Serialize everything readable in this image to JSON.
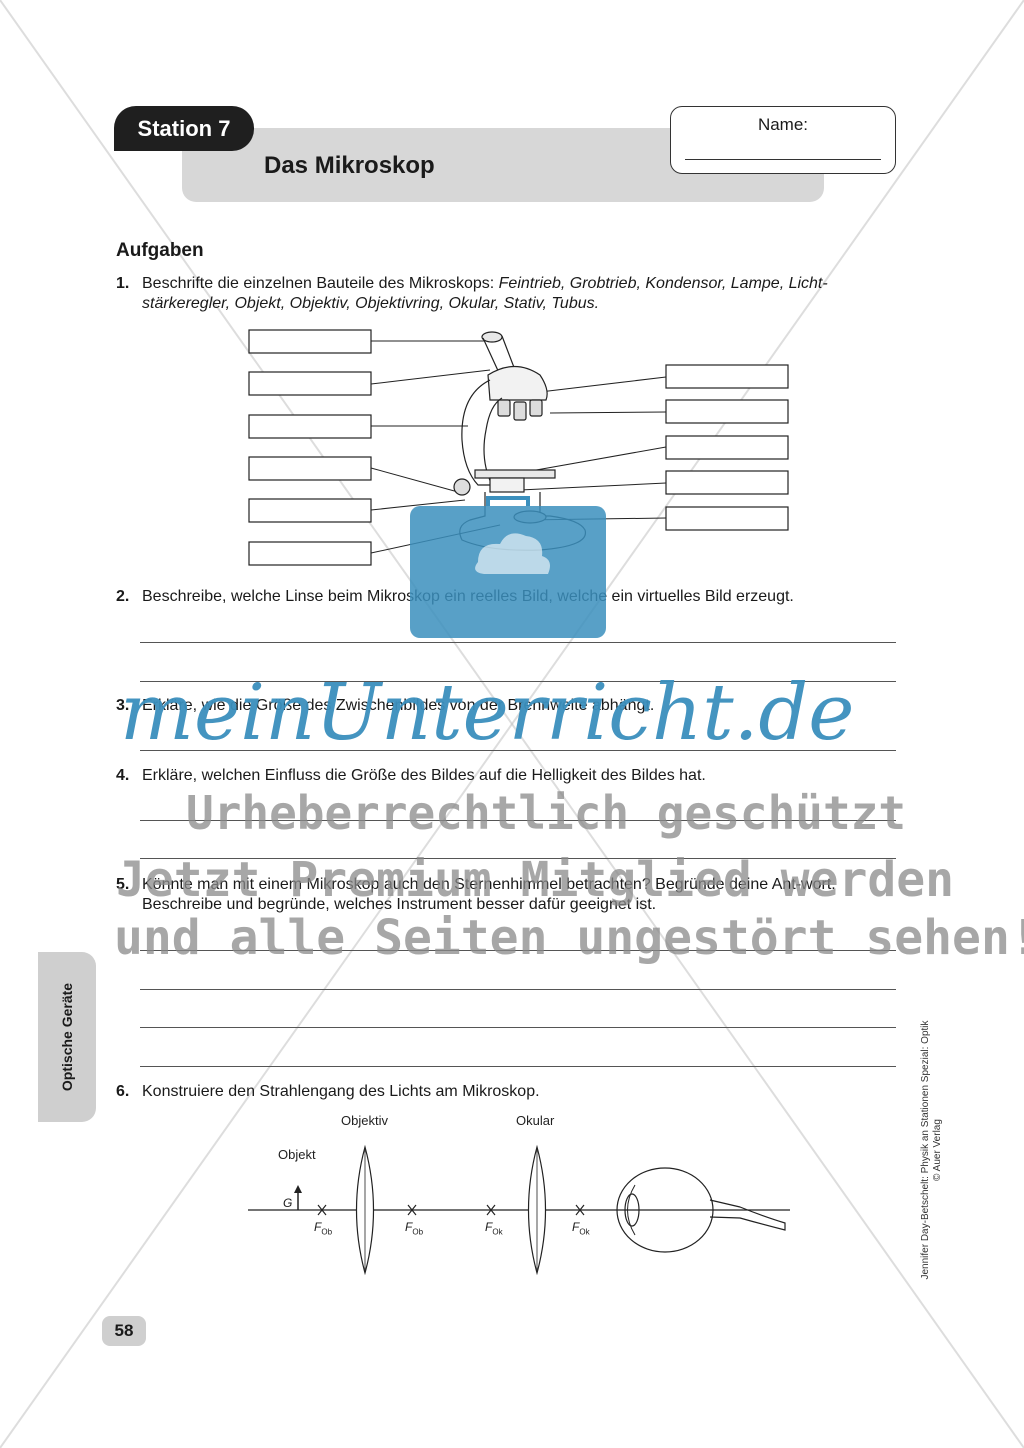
{
  "header": {
    "station_label": "Station 7",
    "title": "Das Mikroskop",
    "name_label": "Name:"
  },
  "section_title": "Aufgaben",
  "tasks": [
    {
      "num": "1.",
      "text_plain": "Beschrifte die einzelnen Bauteile des Mikroskops: ",
      "text_italic": "Feintrieb, Grobtrieb, Kondensor, Lampe, Licht-stärkeregler, Objekt, Objektiv, Objektivring, Okular, Stativ, Tubus."
    },
    {
      "num": "2.",
      "text": "Beschreibe, welche Linse beim Mikroskop ein reelles Bild, welche ein virtuelles Bild erzeugt."
    },
    {
      "num": "3.",
      "text": "Erkläre, wie die Größe des Zwischenbildes von der Brennweite abhängt."
    },
    {
      "num": "4.",
      "text": "Erkläre, welchen Einfluss die Größe des Bildes auf die Helligkeit des Bildes hat."
    },
    {
      "num": "5.",
      "text": "Könnte man mit einem Mikroskop auch den Sternenhimmel betrachten? Begründe deine Ant-wort. Beschreibe und begründe, welches Instrument besser dafür geeignet ist."
    },
    {
      "num": "6.",
      "text": "Konstruiere den Strahlengang des Lichts am Mikroskop."
    }
  ],
  "diagram": {
    "objektiv_label": "Objektiv",
    "okular_label": "Okular",
    "objekt_label": "Objekt",
    "g_label": "G",
    "focal_labels": [
      {
        "f": "F",
        "sub": "Ob"
      },
      {
        "f": "F",
        "sub": "Ob"
      },
      {
        "f": "F",
        "sub": "Ok"
      },
      {
        "f": "F",
        "sub": "Ok"
      }
    ]
  },
  "side_tab": "Optische Geräte",
  "page_number": "58",
  "credit": {
    "line1": "Jennifer Day-Betschelt: Physik an Stationen Spezial: Optik",
    "line2": "© Auer Verlag"
  },
  "watermark": {
    "logo": "meinUnterricht.de",
    "line1": "Urheberrechtlich geschützt",
    "line2": "Jetzt Premium Mitglied werden",
    "line3": "und alle Seiten ungestört sehen!"
  }
}
